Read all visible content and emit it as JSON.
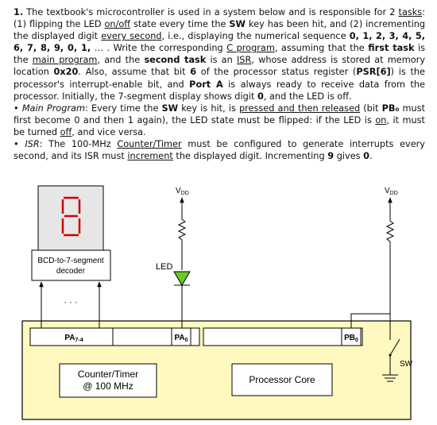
{
  "problem": {
    "number": "1.",
    "intro": {
      "t1": "The textbook's microcontroller is used in a system below and is responsible for 2",
      "u_tasks": "tasks",
      "t2": ": (1) flipping the LED",
      "u_onoff": "on/off",
      "t3": "state every time the",
      "b_sw": "SW",
      "t4": "key has been hit, and (2) incrementing the displayed digit",
      "u_every_second": "every second",
      "t5": ", i.e., displaying the numerical sequence",
      "b_seq": "0, 1, 2, 3, 4, 5, 6, 7, 8, 9, 0, 1,",
      "t6": "… . Write the corresponding",
      "u_c_program": "C program",
      "t7": ", assuming that the",
      "b_first_task": "first task",
      "t8": "is the",
      "u_main_program": "main program",
      "t9": ", and the",
      "b_second_task": "second task",
      "t10": "is an",
      "u_isr": "ISR",
      "t11": ", whose address is stored at memory location",
      "b_addr": "0x20",
      "t12": ". Also, assume that bit",
      "b_bit": "6",
      "t13": "of the processor status register (",
      "b_psr": "PSR[6]",
      "t14": ") is the processor's interrupt-enable bit, and",
      "b_porta": "Port A",
      "t15": "is always ready to receive data from the processor.   Initially, the 7-segment display shows digit",
      "b_zero": "0",
      "t16": ", and the LED is off."
    },
    "bullet1": {
      "dot": "•",
      "i_main": "Main Program",
      "t1": ": Every time the",
      "b_sw": "SW",
      "t2": "key is hit, is",
      "u_pressed": "pressed and then released",
      "t3": "(bit",
      "b_pb0": "PB₀",
      "t4": "must first become 0 and then 1 again), the LED state must be flipped: if the LED is",
      "u_on": "on",
      "t5": ", it must be turned",
      "u_off": "off",
      "t6": ", and vice versa."
    },
    "bullet2": {
      "dot": "•",
      "i_isr": "ISR",
      "t1": ": The 100-MHz",
      "u_counter": "Counter/Timer",
      "t2": "must be configured to generate interrupts every second, and its ISR must",
      "u_increment": "increment",
      "t3": "the displayed digit.  Incrementing",
      "b_nine": "9",
      "t4": "gives",
      "b_zero": "0",
      "t5": "."
    }
  },
  "diagram": {
    "vdd_left": "V",
    "vdd_left_sub": "DD",
    "vdd_right": "V",
    "vdd_right_sub": "DD",
    "decoder_line1": "BCD-to-7-segment",
    "decoder_line2": "decoder",
    "ellipsis": "· · ·",
    "led_label": "LED",
    "pa74_main": "PA",
    "pa74_sub": "7-4",
    "pa0_main": "PA",
    "pa0_sub": "0",
    "pb0_main": "PB",
    "pb0_sub": "0",
    "sw_label": "SW",
    "counter_line1": "Counter/Timer",
    "counter_line2": "@ 100 MHz",
    "processor_core": "Processor Core",
    "colors": {
      "chip_fill": "#fff9bf",
      "segment_red": "#cc0000",
      "led_green": "#66cc22",
      "display_bg": "#e6e6e6"
    }
  }
}
